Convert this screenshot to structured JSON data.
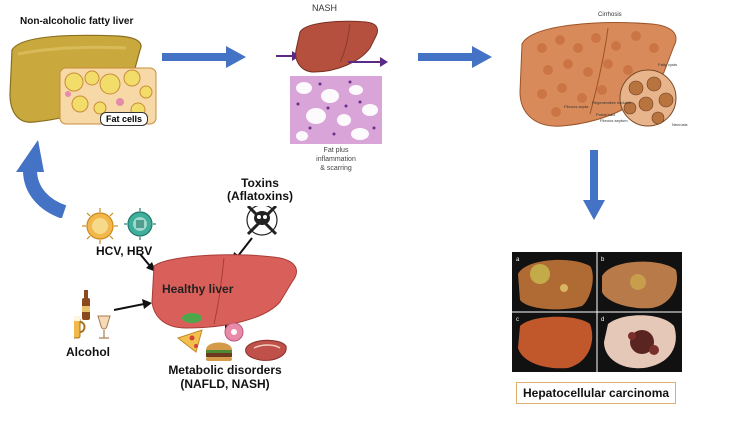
{
  "stages": {
    "nafld": {
      "title": "Non-alcoholic fatty liver",
      "fat_cells_label": "Fat cells"
    },
    "nash": {
      "title": "NASH",
      "caption_lines": [
        "Fat plus",
        "inflammation",
        "& scarring"
      ]
    },
    "cirrhosis": {
      "title": "Cirrhosis",
      "labels": [
        "Fatty cysts",
        "Fibrous septa",
        "Regenerative nodules",
        "Portal tract",
        "Fibrous septum",
        "Necrosis"
      ]
    },
    "hcc": {
      "title": "Hepatocellular carcinoma",
      "panel_letters": [
        "a",
        "b",
        "c",
        "d"
      ]
    }
  },
  "causes": {
    "center_label": "Healthy liver",
    "viruses_label": "HCV, HBV",
    "toxins_label_lines": [
      "Toxins",
      "(Aflatoxins)"
    ],
    "alcohol_label": "Alcohol",
    "metabolic_label_lines": [
      "Metabolic disorders",
      "(NAFLD, NASH)"
    ]
  },
  "colors": {
    "arrow_blue": "#4472c4",
    "arrow_purple": "#5b2a86",
    "liver_fatty": "#c9a93e",
    "liver_nash": "#b5503f",
    "liver_cirrhosis": "#d98a5a",
    "liver_healthy": "#d9605a",
    "fat_bubbles": "#f3dd6a",
    "histology_bg": "#d9a4d8"
  },
  "icons": [
    "fat-cell-cluster-icon",
    "hcv-virus-icon",
    "hbv-virus-icon",
    "skull-crossbones-icon",
    "beer-bottle-icon",
    "beer-mug-icon",
    "wine-glass-icon",
    "pizza-icon",
    "burger-icon",
    "donut-icon",
    "steak-icon"
  ]
}
